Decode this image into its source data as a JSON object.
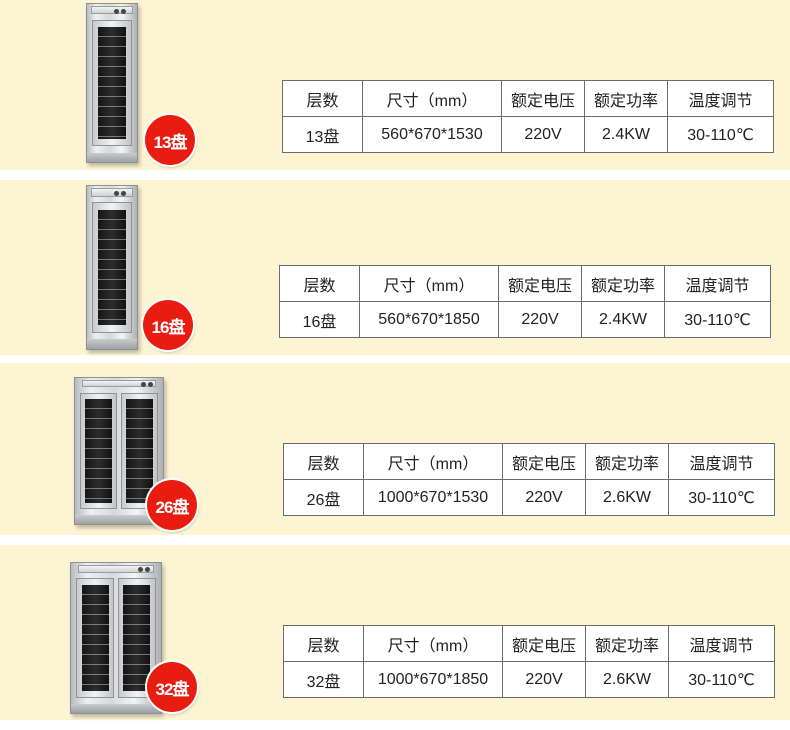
{
  "headers": [
    "层数",
    "尺寸（mm）",
    "额定电压",
    "额定功率",
    "温度调节"
  ],
  "products": [
    {
      "badge": "13盘",
      "layers": "13盘",
      "size": "560*670*1530",
      "voltage": "220V",
      "power": "2.4KW",
      "temp": "30-110℃"
    },
    {
      "badge": "16盘",
      "layers": "16盘",
      "size": "560*670*1850",
      "voltage": "220V",
      "power": "2.4KW",
      "temp": "30-110℃"
    },
    {
      "badge": "26盘",
      "layers": "26盘",
      "size": "1000*670*1530",
      "voltage": "220V",
      "power": "2.6KW",
      "temp": "30-110℃"
    },
    {
      "badge": "32盘",
      "layers": "32盘",
      "size": "1000*670*1850",
      "voltage": "220V",
      "power": "2.6KW",
      "temp": "30-110℃"
    }
  ],
  "colors": {
    "band": "#fdf5d2",
    "badge": "#e81c10",
    "border": "#6b6b6b"
  }
}
